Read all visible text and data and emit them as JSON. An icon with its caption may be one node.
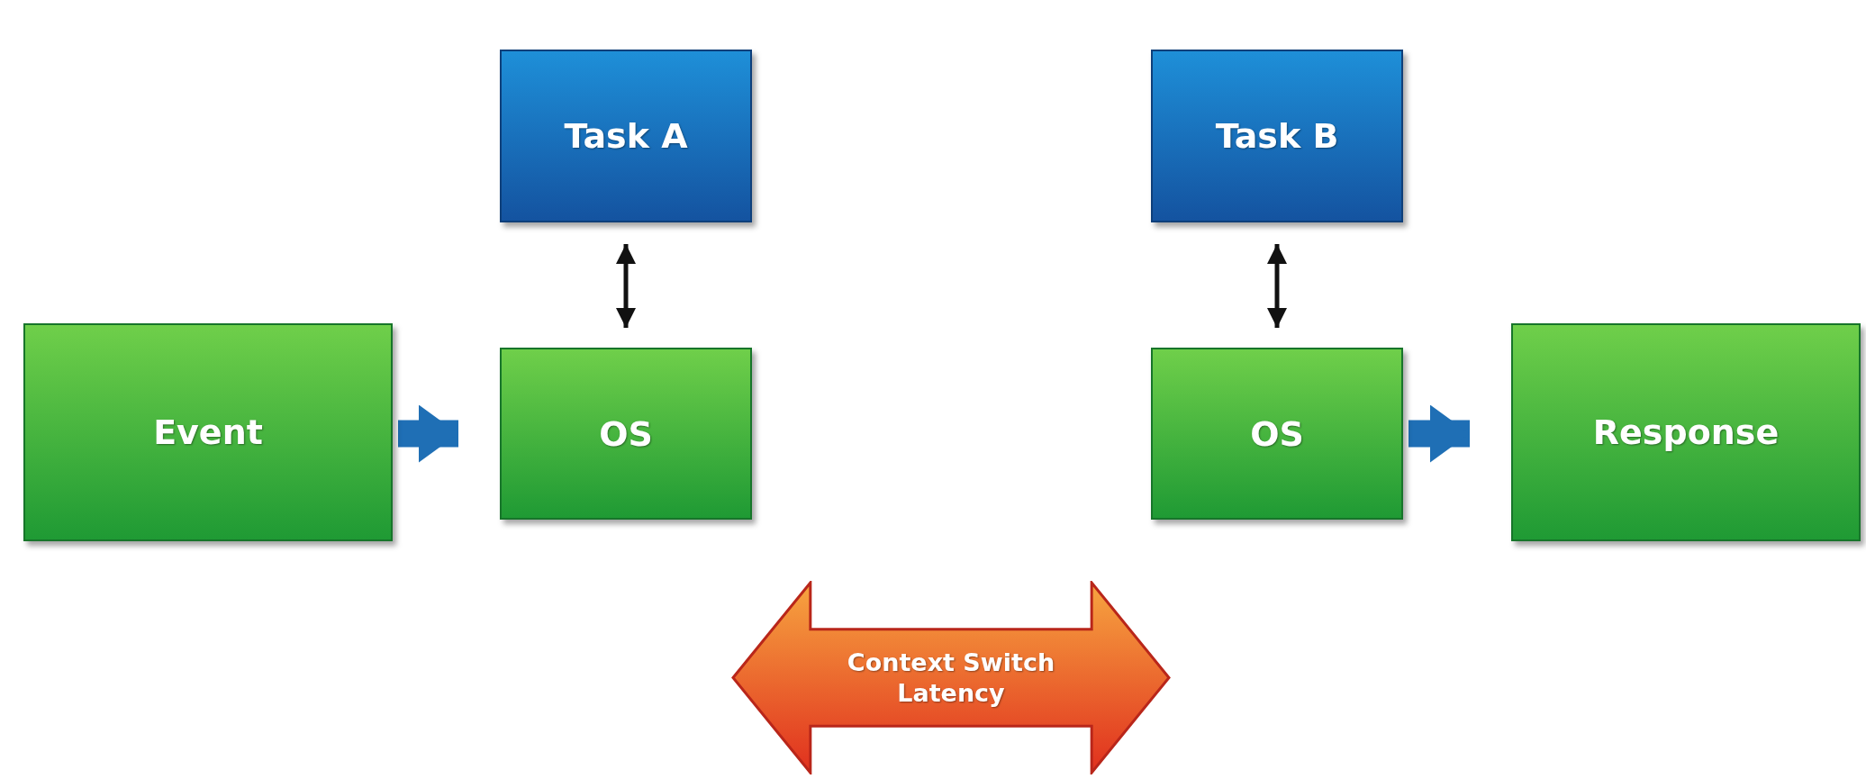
{
  "diagram": {
    "nodes": [
      {
        "text": [
          "Task A"
        ]
      },
      {
        "text": [
          "Task B"
        ]
      },
      {
        "text": [
          "Event"
        ]
      },
      {
        "text": [
          "OS"
        ]
      },
      {
        "text": [
          "OS"
        ]
      },
      {
        "text": [
          "Response"
        ]
      },
      {
        "text": [
          "Context Switch Latency"
        ]
      }
    ],
    "edges": [
      {
        "from": 0,
        "to": 3,
        "arrow": "both"
      },
      {
        "from": 1,
        "to": 4,
        "arrow": "both"
      },
      {
        "from": 2,
        "to": 3,
        "arrow": "to",
        "style": "thick",
        "color": "#1f6fb5"
      },
      {
        "from": 4,
        "to": 5,
        "arrow": "to",
        "style": "thick",
        "color": "#1f6fb5"
      }
    ]
  }
}
